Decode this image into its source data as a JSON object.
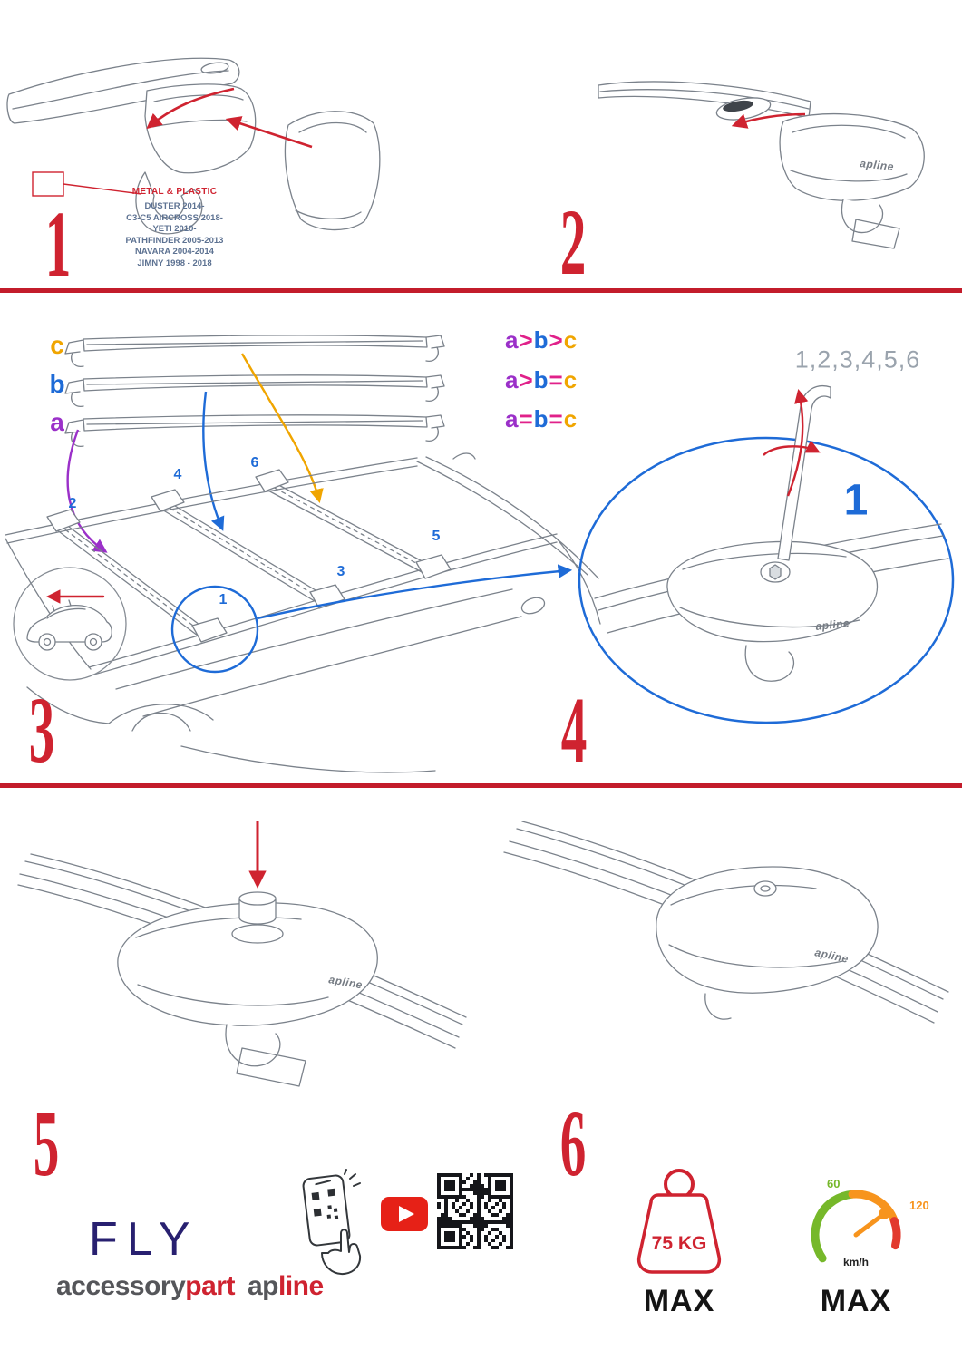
{
  "palette": {
    "accent_red": "#cf2330",
    "blue": "#1e6bd7",
    "purple": "#9b30c9",
    "orange": "#f0a500",
    "pink": "#e0218a",
    "gray_text": "#9aa3ad",
    "navy": "#282070"
  },
  "steps": {
    "s1": {
      "number": "1",
      "material": "METAL & PLASTIC",
      "models": [
        "DUSTER 2014-",
        "C3-C5 AIRCROSS 2018-",
        "YETI 2010-",
        "PATHFINDER 2005-2013",
        "NAVARA 2004-2014",
        "JIMNY 1998 - 2018"
      ]
    },
    "s2": {
      "number": "2"
    },
    "s3": {
      "number": "3",
      "bar_labels": [
        {
          "t": "c",
          "color": "#f0a500"
        },
        {
          "t": "b",
          "color": "#1e6bd7"
        },
        {
          "t": "a",
          "color": "#9b30c9"
        }
      ],
      "legend": [
        {
          "parts": [
            {
              "t": "a",
              "color": "#9b30c9"
            },
            {
              "t": ">",
              "color": "#e0218a"
            },
            {
              "t": "b",
              "color": "#1e6bd7"
            },
            {
              "t": ">",
              "color": "#e0218a"
            },
            {
              "t": "c",
              "color": "#f0a500"
            }
          ]
        },
        {
          "parts": [
            {
              "t": "a",
              "color": "#9b30c9"
            },
            {
              "t": ">",
              "color": "#e0218a"
            },
            {
              "t": "b",
              "color": "#1e6bd7"
            },
            {
              "t": "=",
              "color": "#e0218a"
            },
            {
              "t": "c",
              "color": "#f0a500"
            }
          ]
        },
        {
          "parts": [
            {
              "t": "a",
              "color": "#9b30c9"
            },
            {
              "t": "=",
              "color": "#e0218a"
            },
            {
              "t": "b",
              "color": "#1e6bd7"
            },
            {
              "t": "=",
              "color": "#e0218a"
            },
            {
              "t": "c",
              "color": "#f0a500"
            }
          ]
        }
      ],
      "positions": [
        "1",
        "2",
        "3",
        "4",
        "5",
        "6"
      ]
    },
    "s4": {
      "number": "4",
      "sequence": "1,2,3,4,5,6",
      "highlight": "1"
    },
    "s5": {
      "number": "5"
    },
    "s6": {
      "number": "6"
    }
  },
  "brand": {
    "foot_logo": "apline",
    "fly": "FLY",
    "wordmark": [
      {
        "t": "accessory",
        "color": "#55565a"
      },
      {
        "t": "part",
        "color": "#cf2330"
      },
      {
        "t": "ap",
        "color": "#55565a"
      },
      {
        "t": "line",
        "color": "#cf2330"
      }
    ]
  },
  "limits": {
    "weight": "75 KG",
    "weight_max": "MAX",
    "speed_min": "60",
    "speed_max_value": "120",
    "speed_unit": "km/h",
    "speed_max": "MAX"
  }
}
